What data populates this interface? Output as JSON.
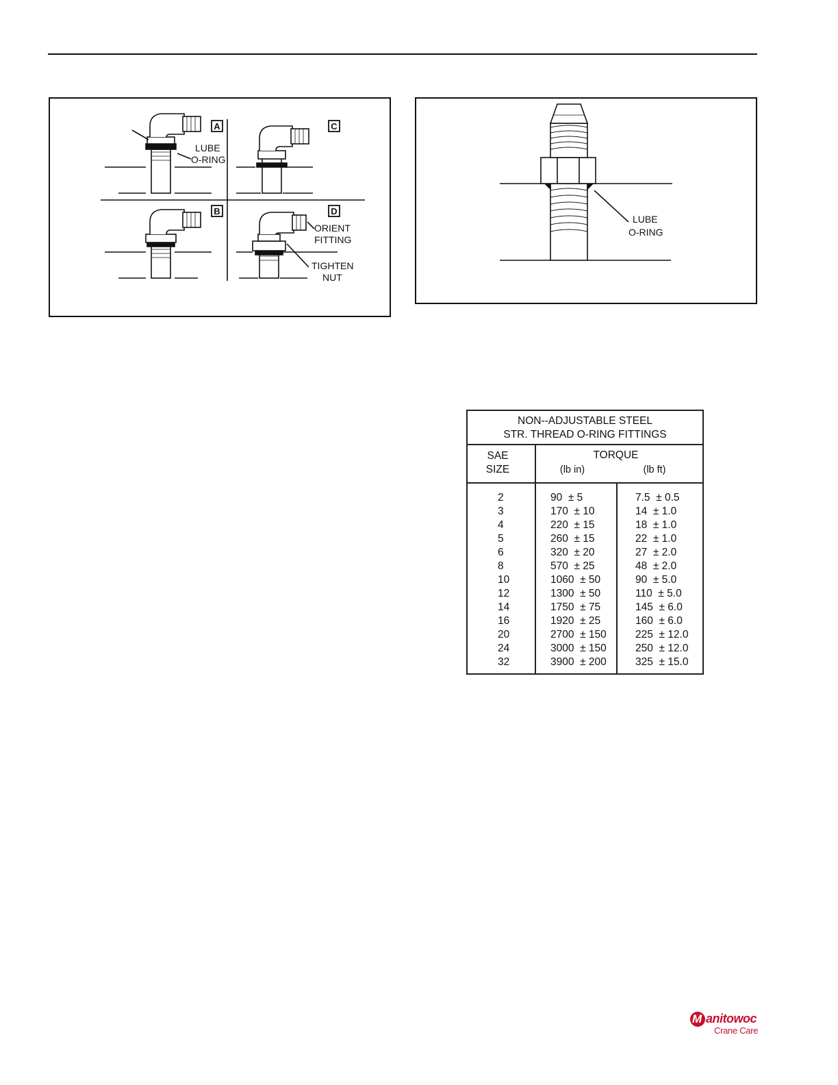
{
  "figure_left": {
    "labels": {
      "lube": "LUBE",
      "oring": "O-RING",
      "orient": "ORIENT",
      "fitting": "FITTING",
      "tighten": "TIGHTEN",
      "nut": "NUT"
    },
    "panels": [
      "A",
      "B",
      "C",
      "D"
    ]
  },
  "figure_right": {
    "labels": {
      "lube": "LUBE",
      "oring": "O-RING"
    }
  },
  "torque_table": {
    "title_line1": "NON--ADJUSTABLE STEEL",
    "title_line2": "STR. THREAD O-RING FITTINGS",
    "head_sae_line1": "SAE",
    "head_sae_line2": "SIZE",
    "head_torque": "TORQUE",
    "head_lbin": "(lb in)",
    "head_lbft": "(lb ft)",
    "rows": [
      {
        "size": "2",
        "lbin": "90  ± 5",
        "lbft": "7.5  ± 0.5"
      },
      {
        "size": "3",
        "lbin": "170  ± 10",
        "lbft": "14  ± 1.0"
      },
      {
        "size": "4",
        "lbin": "220  ± 15",
        "lbft": "18  ± 1.0"
      },
      {
        "size": "5",
        "lbin": "260  ± 15",
        "lbft": "22  ± 1.0"
      },
      {
        "size": "6",
        "lbin": "320  ± 20",
        "lbft": "27  ± 2.0"
      },
      {
        "size": "8",
        "lbin": "570  ± 25",
        "lbft": "48  ± 2.0"
      },
      {
        "size": "10",
        "lbin": "1060  ± 50",
        "lbft": "90  ± 5.0"
      },
      {
        "size": "12",
        "lbin": "1300  ± 50",
        "lbft": "110  ± 5.0"
      },
      {
        "size": "14",
        "lbin": "1750  ± 75",
        "lbft": "145  ± 6.0"
      },
      {
        "size": "16",
        "lbin": "1920  ± 25",
        "lbft": "160  ± 6.0"
      },
      {
        "size": "20",
        "lbin": "2700  ± 150",
        "lbft": "225  ± 12.0"
      },
      {
        "size": "24",
        "lbin": "3000  ± 150",
        "lbft": "250  ± 12.0"
      },
      {
        "size": "32",
        "lbin": "3900  ± 200",
        "lbft": "325  ± 15.0"
      }
    ]
  },
  "logo": {
    "brand": "anitowoc",
    "brand_initial": "M",
    "sub": "Crane Care",
    "color": "#c8102e"
  }
}
